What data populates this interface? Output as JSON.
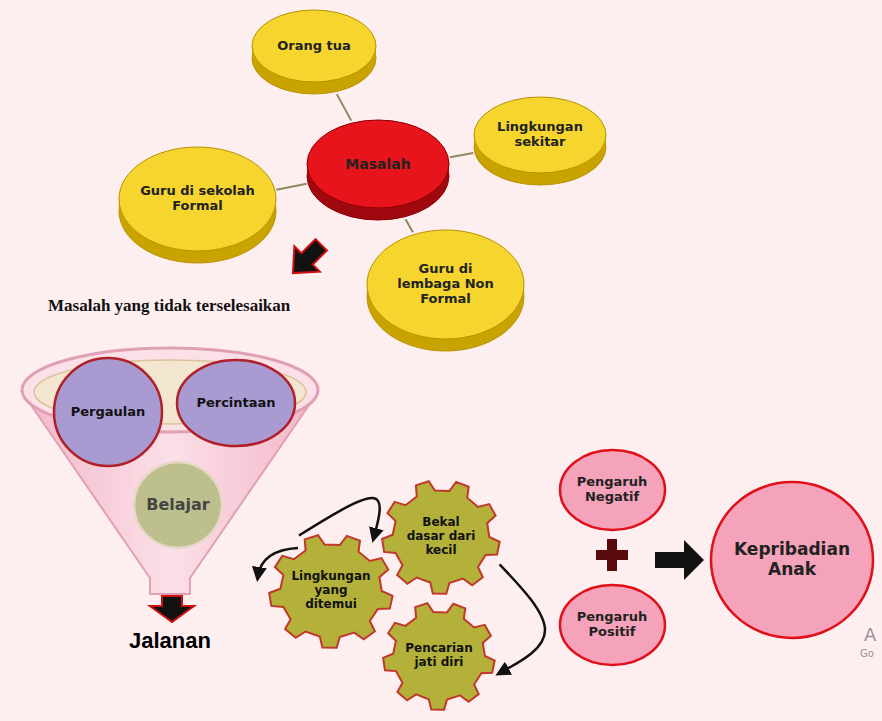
{
  "diagram": {
    "nodes": [
      {
        "text": [
          "Orang tua"
        ]
      },
      {
        "text": [
          "Masalah"
        ]
      },
      {
        "text": [
          "Lingkungan sekitar"
        ]
      },
      {
        "text": [
          "Guru di sekolah Formal"
        ]
      },
      {
        "text": [
          "Guru di lembaga Non Formal"
        ]
      },
      {
        "text": [
          "Pergaulan"
        ]
      },
      {
        "text": [
          "Percintaan"
        ]
      },
      {
        "text": [
          "Belajar"
        ]
      },
      {
        "text": [
          "Bekal dasar dari kecil"
        ]
      },
      {
        "text": [
          "Lingkungan yang ditemui"
        ]
      },
      {
        "text": [
          "Pencarian jati diri"
        ]
      },
      {
        "text": [
          "Pengaruh Negatif"
        ]
      },
      {
        "text": [
          "Pengaruh Positif"
        ]
      },
      {
        "text": [
          "Kepribadian Anak"
        ]
      }
    ],
    "edges": [
      {
        "from": 1,
        "to": 0,
        "arrow": "none"
      },
      {
        "from": 1,
        "to": 2,
        "arrow": "none"
      },
      {
        "from": 1,
        "to": 3,
        "arrow": "none"
      },
      {
        "from": 1,
        "to": 4,
        "arrow": "none"
      },
      {
        "from": 9,
        "to": 8,
        "arrow": "to"
      },
      {
        "from": 8,
        "to": 10,
        "arrow": "to"
      }
    ],
    "labels": [
      "Masalah yang tidak terselesaikan",
      "Jalanan",
      "A",
      "Go"
    ]
  }
}
